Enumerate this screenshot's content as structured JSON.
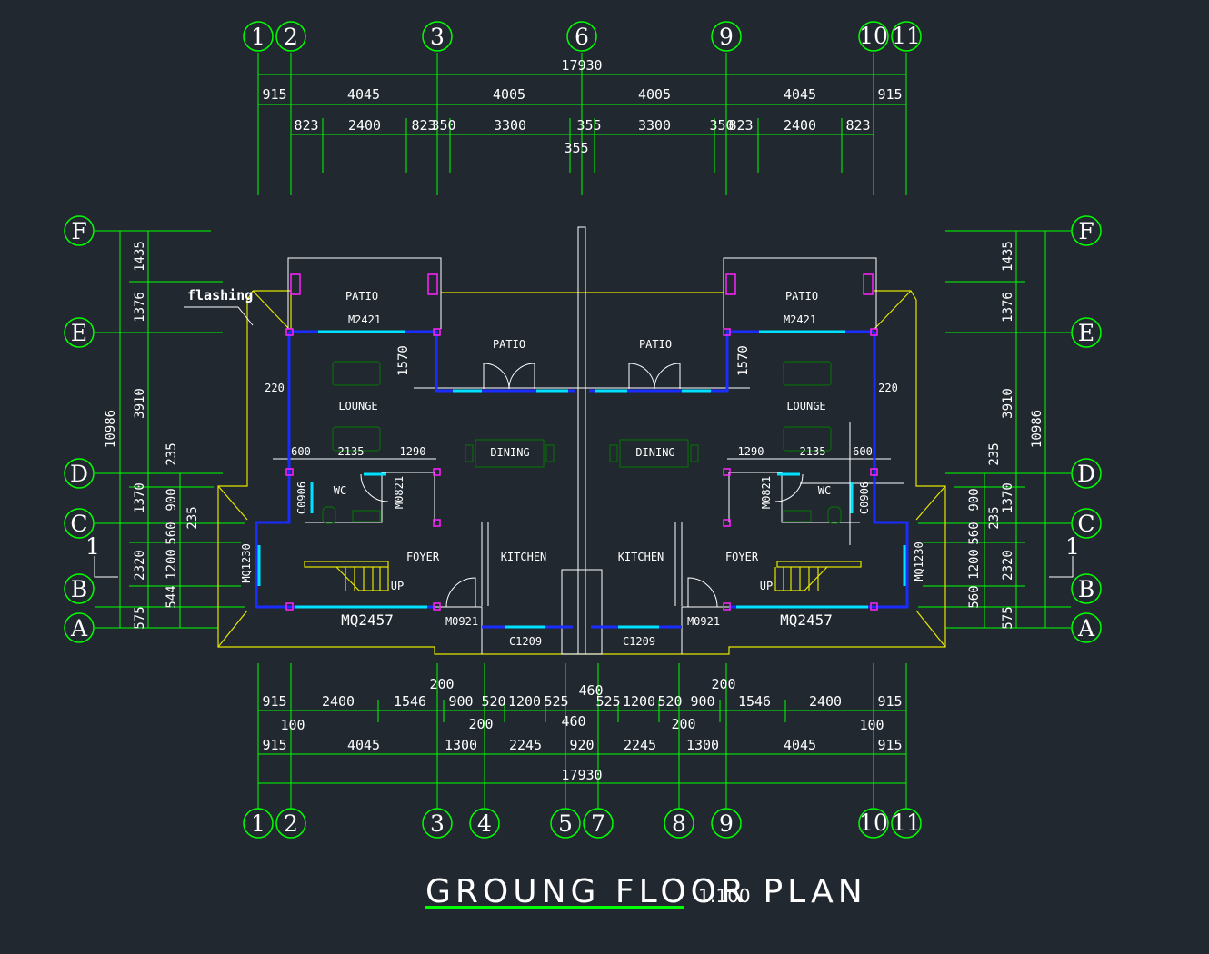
{
  "title": "GROUNG  FLOOR  PLAN",
  "scale": "1:100",
  "colors": {
    "background": "#212830",
    "dimension_lines": "#00ff00",
    "text": "#ffffff",
    "walls": "#1a2dff",
    "windows": "#00e0ff",
    "outline": "#e5e500",
    "columns": "#ff22ff",
    "title_underline": "#00ff00"
  },
  "axes": {
    "top": [
      "1",
      "2",
      "3",
      "6",
      "9",
      "10",
      "11"
    ],
    "bottom": [
      "1",
      "2",
      "3",
      "4",
      "5",
      "7",
      "8",
      "9",
      "10",
      "11"
    ],
    "side": [
      "F",
      "E",
      "D",
      "C",
      "B",
      "A"
    ]
  },
  "dimensions": {
    "top_total": "17930",
    "top_row1": [
      "915",
      "4045",
      "4005",
      "4005",
      "4045",
      "915"
    ],
    "top_row2": [
      "823",
      "2400",
      "823",
      "350",
      "3300",
      "355",
      "3300",
      "350",
      "823",
      "2400",
      "823"
    ],
    "top_center": "355",
    "bottom_row1": [
      "915",
      "2400",
      "1546",
      "900",
      "520",
      "1200",
      "525",
      "525",
      "1200",
      "520",
      "900",
      "1546",
      "2400",
      "915"
    ],
    "bottom_extras": [
      "200",
      "200",
      "460",
      "100",
      "200",
      "460",
      "200",
      "100"
    ],
    "bottom_row2": [
      "915",
      "4045",
      "1300",
      "2245",
      "920",
      "2245",
      "1300",
      "4045",
      "915"
    ],
    "bottom_total": "17930",
    "side_outer": "10986",
    "side_mid": [
      "1435",
      "1376",
      "3910",
      "1370",
      "2320",
      "575"
    ],
    "side_inner": [
      "235",
      "900",
      "560",
      "1200",
      "544",
      "235"
    ],
    "side_inner_right": [
      "235",
      "900",
      "560",
      "1200",
      "560",
      "235"
    ]
  },
  "rooms": {
    "patio_outer": "PATIO",
    "patio_inner": "PATIO",
    "lounge": "LOUNGE",
    "dining": "DINING",
    "wc": "WC",
    "foyer": "FOYER",
    "kitchen": "KITCHEN",
    "up": "UP"
  },
  "tags": {
    "m2421": "M2421",
    "m0821": "M0821",
    "c0906": "C0906",
    "mq1230": "MQ1230",
    "mq2457": "MQ2457",
    "m0921": "M0921",
    "c1209": "C1209",
    "d1570": "1570",
    "d220": "220",
    "d600": "600",
    "d2135": "2135",
    "d1290": "1290",
    "flashing": "flashing",
    "section_mark": "1"
  }
}
